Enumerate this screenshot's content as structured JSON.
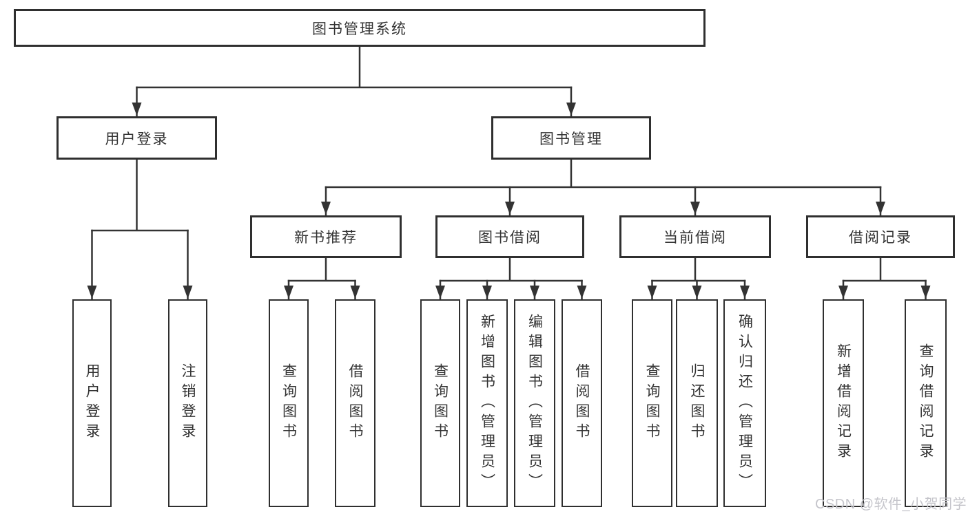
{
  "tree": {
    "root": {
      "label": "图书管理系统"
    },
    "level2": [
      {
        "label": "用户登录",
        "children": [
          {
            "label": "用户登录"
          },
          {
            "label": "注销登录"
          }
        ]
      },
      {
        "label": "图书管理",
        "children": [
          {
            "label": "新书推荐",
            "children": [
              {
                "label": "查询图书"
              },
              {
                "label": "借阅图书"
              }
            ]
          },
          {
            "label": "图书借阅",
            "children": [
              {
                "label": "查询图书"
              },
              {
                "label": "新增图书（管理员）"
              },
              {
                "label": "编辑图书（管理员）"
              },
              {
                "label": "借阅图书"
              }
            ]
          },
          {
            "label": "当前借阅",
            "children": [
              {
                "label": "查询图书"
              },
              {
                "label": "归还图书"
              },
              {
                "label": "确认归还（管理员）"
              }
            ]
          },
          {
            "label": "借阅记录",
            "children": [
              {
                "label": "新增借阅记录"
              },
              {
                "label": "查询借阅记录"
              }
            ]
          }
        ]
      }
    ]
  },
  "watermark": {
    "text": "CSDN @软件_小贺同学"
  },
  "colors": {
    "line": "#333333",
    "border": "#2f2f2f",
    "text": "#333333",
    "background": "#ffffff",
    "watermark": "#c5c5cb"
  }
}
